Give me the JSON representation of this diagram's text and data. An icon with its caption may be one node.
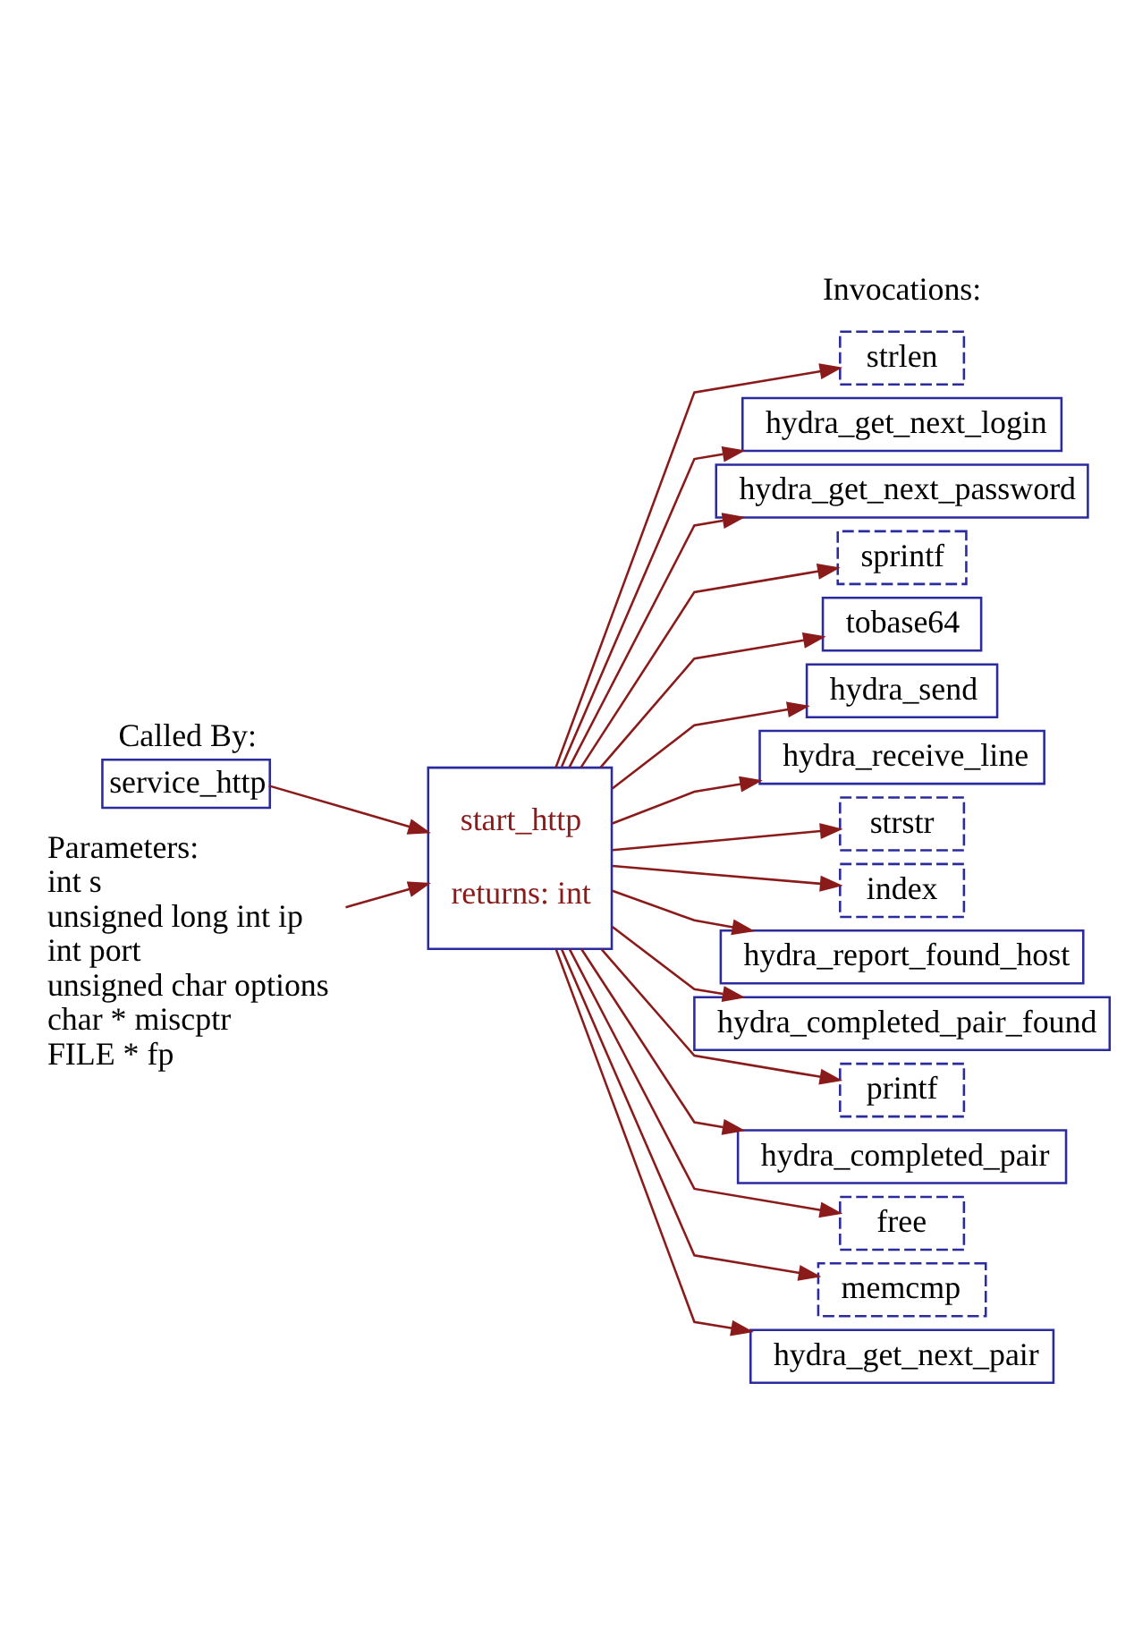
{
  "diagram": {
    "nodes": [
      {
        "text": [
          "Called By:",
          "service_http"
        ]
      },
      {
        "text": [
          "start_http",
          "returns: int"
        ]
      },
      {
        "text": [
          "Parameters:",
          "int s",
          "unsigned long int ip",
          "int port",
          "unsigned char options",
          "char * miscptr",
          "FILE * fp"
        ]
      },
      {
        "text": [
          "strlen"
        ]
      },
      {
        "text": [
          "hydra_get_next_login"
        ]
      },
      {
        "text": [
          "hydra_get_next_password"
        ]
      },
      {
        "text": [
          "sprintf"
        ]
      },
      {
        "text": [
          "tobase64"
        ]
      },
      {
        "text": [
          "hydra_send"
        ]
      },
      {
        "text": [
          "hydra_receive_line"
        ]
      },
      {
        "text": [
          "strstr"
        ]
      },
      {
        "text": [
          "index"
        ]
      },
      {
        "text": [
          "hydra_report_found_host"
        ]
      },
      {
        "text": [
          "hydra_completed_pair_found"
        ]
      },
      {
        "text": [
          "printf"
        ]
      },
      {
        "text": [
          "hydra_completed_pair"
        ]
      },
      {
        "text": [
          "free"
        ]
      },
      {
        "text": [
          "memcmp"
        ]
      },
      {
        "text": [
          "hydra_get_next_pair"
        ]
      }
    ],
    "edges": [
      {
        "from": 0,
        "to": 1,
        "arrow": "to"
      },
      {
        "from": 2,
        "to": 1,
        "arrow": "to"
      },
      {
        "from": 1,
        "to": 3,
        "arrow": "to"
      },
      {
        "from": 1,
        "to": 4,
        "arrow": "to"
      },
      {
        "from": 1,
        "to": 5,
        "arrow": "to"
      },
      {
        "from": 1,
        "to": 6,
        "arrow": "to"
      },
      {
        "from": 1,
        "to": 7,
        "arrow": "to"
      },
      {
        "from": 1,
        "to": 8,
        "arrow": "to"
      },
      {
        "from": 1,
        "to": 9,
        "arrow": "to"
      },
      {
        "from": 1,
        "to": 10,
        "arrow": "to"
      },
      {
        "from": 1,
        "to": 11,
        "arrow": "to"
      },
      {
        "from": 1,
        "to": 12,
        "arrow": "to"
      },
      {
        "from": 1,
        "to": 13,
        "arrow": "to"
      },
      {
        "from": 1,
        "to": 14,
        "arrow": "to"
      },
      {
        "from": 1,
        "to": 15,
        "arrow": "to"
      },
      {
        "from": 1,
        "to": 16,
        "arrow": "to"
      },
      {
        "from": 1,
        "to": 17,
        "arrow": "to"
      },
      {
        "from": 1,
        "to": 18,
        "arrow": "to"
      }
    ],
    "labels": [
      "Invocations:"
    ]
  }
}
